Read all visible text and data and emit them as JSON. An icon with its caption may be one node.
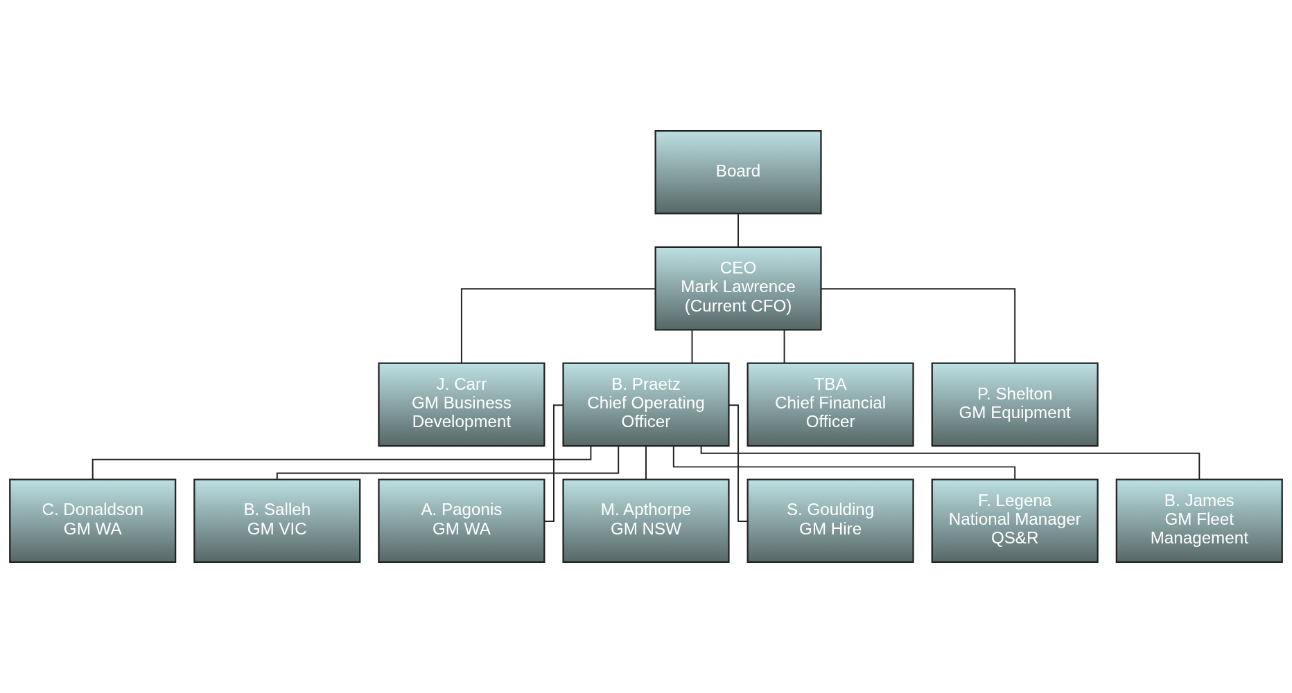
{
  "diagram": {
    "nodes": [
      {
        "text": [
          "Board"
        ]
      },
      {
        "text": [
          "CEO",
          "Mark Lawrence (Current CFO)"
        ]
      },
      {
        "text": [
          "J. Carr",
          "GM Business Development"
        ]
      },
      {
        "text": [
          "B. Praetz",
          "Chief Operating Officer"
        ]
      },
      {
        "text": [
          "TBA",
          "Chief Financial Officer"
        ]
      },
      {
        "text": [
          "P. Shelton",
          "GM Equipment"
        ]
      },
      {
        "text": [
          "C. Donaldson",
          "GM WA"
        ]
      },
      {
        "text": [
          "B. Salleh",
          "GM VIC"
        ]
      },
      {
        "text": [
          "A. Pagonis",
          "GM WA"
        ]
      },
      {
        "text": [
          "M. Apthorpe",
          "GM NSW"
        ]
      },
      {
        "text": [
          "S. Goulding",
          "GM Hire"
        ]
      },
      {
        "text": [
          "F. Legena",
          "National Manager QS&R"
        ]
      },
      {
        "text": [
          "B. James",
          "GM Fleet Management"
        ]
      }
    ],
    "edges": [
      {
        "from": 0,
        "to": 1,
        "arrow": "none"
      },
      {
        "from": 1,
        "to": 2,
        "arrow": "none"
      },
      {
        "from": 1,
        "to": 3,
        "arrow": "none"
      },
      {
        "from": 1,
        "to": 4,
        "arrow": "none"
      },
      {
        "from": 1,
        "to": 5,
        "arrow": "none"
      },
      {
        "from": 3,
        "to": 6,
        "arrow": "none"
      },
      {
        "from": 3,
        "to": 7,
        "arrow": "none"
      },
      {
        "from": 3,
        "to": 8,
        "arrow": "none"
      },
      {
        "from": 3,
        "to": 9,
        "arrow": "none"
      },
      {
        "from": 3,
        "to": 10,
        "arrow": "none"
      },
      {
        "from": 3,
        "to": 11,
        "arrow": "none"
      },
      {
        "from": 3,
        "to": 12,
        "arrow": "none"
      }
    ]
  }
}
